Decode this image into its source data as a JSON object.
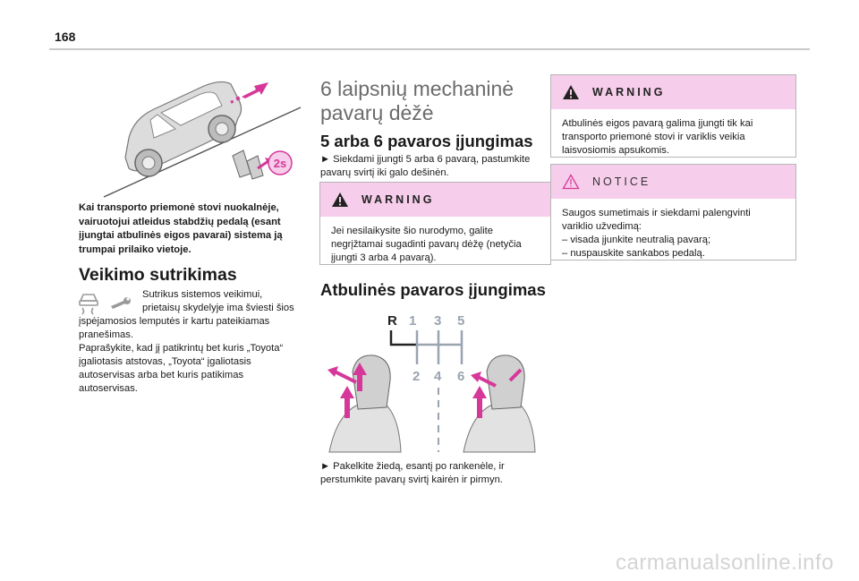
{
  "page": {
    "number": "168"
  },
  "left": {
    "car_figure": {
      "badge": "2s"
    },
    "caption": "Kai transporto priemonė stovi nuokalnėje, vairuotojui atleidus stabdžių pedalą (esant įjungtai atbulinės eigos pavarai) sistema ją trumpai prilaiko vietoje.",
    "heading": "Veikimo sutrikimas",
    "para1_lines": [
      "Sutrikus sistemos veikimui,",
      "prietaisų skydelyje ima šviesti šios"
    ],
    "para2_lines": [
      "įspėjamosios lemputės ir kartu pateikiamas",
      "pranešimas.",
      "Paprašykite, kad jį patikrintų bet kuris „Toyota“",
      "įgaliotasis atstovas, „Toyota“ įgaliotasis",
      "autoservisas arba bet kuris patikimas",
      "autoservisas."
    ]
  },
  "middle": {
    "title_lines": [
      "6 laipsnių mechaninė",
      "pavarų dėžė"
    ],
    "subheading": "5 arba 6 pavaros įjungimas",
    "step1_lines": [
      "► Siekdami įjungti 5 arba 6 pavarą, pastumkite",
      "pavarų svirtį iki galo dešinėn."
    ],
    "warning": {
      "label": "WARNING",
      "lines": [
        "Jei nesilaikysite šio nurodymo, galite",
        "negrįžtamai sugadinti pavarų dėžę (netyčia",
        "įjungti 3 arba 4 pavarą)."
      ]
    },
    "reverse_heading": "Atbulinės pavaros įjungimas",
    "gear_pattern": {
      "top": [
        "R",
        "1",
        "3",
        "5"
      ],
      "bottom": [
        "2",
        "4",
        "6"
      ]
    },
    "step2_lines": [
      "► Pakelkite žiedą, esantį po rankenėle, ir",
      "perstumkite pavarų svirtį kairėn ir pirmyn."
    ]
  },
  "right": {
    "warning": {
      "label": "WARNING",
      "lines": [
        "Atbulinės eigos pavarą galima įjungti tik kai",
        "transporto priemonė stovi ir variklis veikia",
        "laisvosiomis apsukomis."
      ]
    },
    "notice": {
      "label": "NOTICE",
      "lines": [
        "Saugos sumetimais ir siekdami palengvinti",
        "variklio užvedimą:",
        "–  visada įjunkite neutralią pavarą;",
        "–  nuspauskite sankabos pedalą."
      ]
    }
  },
  "watermark": "carmanualsonline.info",
  "colors": {
    "accent_pink": "#f6cdea",
    "arrow_magenta": "#d6389a",
    "heading_grey": "#6b6b6b"
  }
}
